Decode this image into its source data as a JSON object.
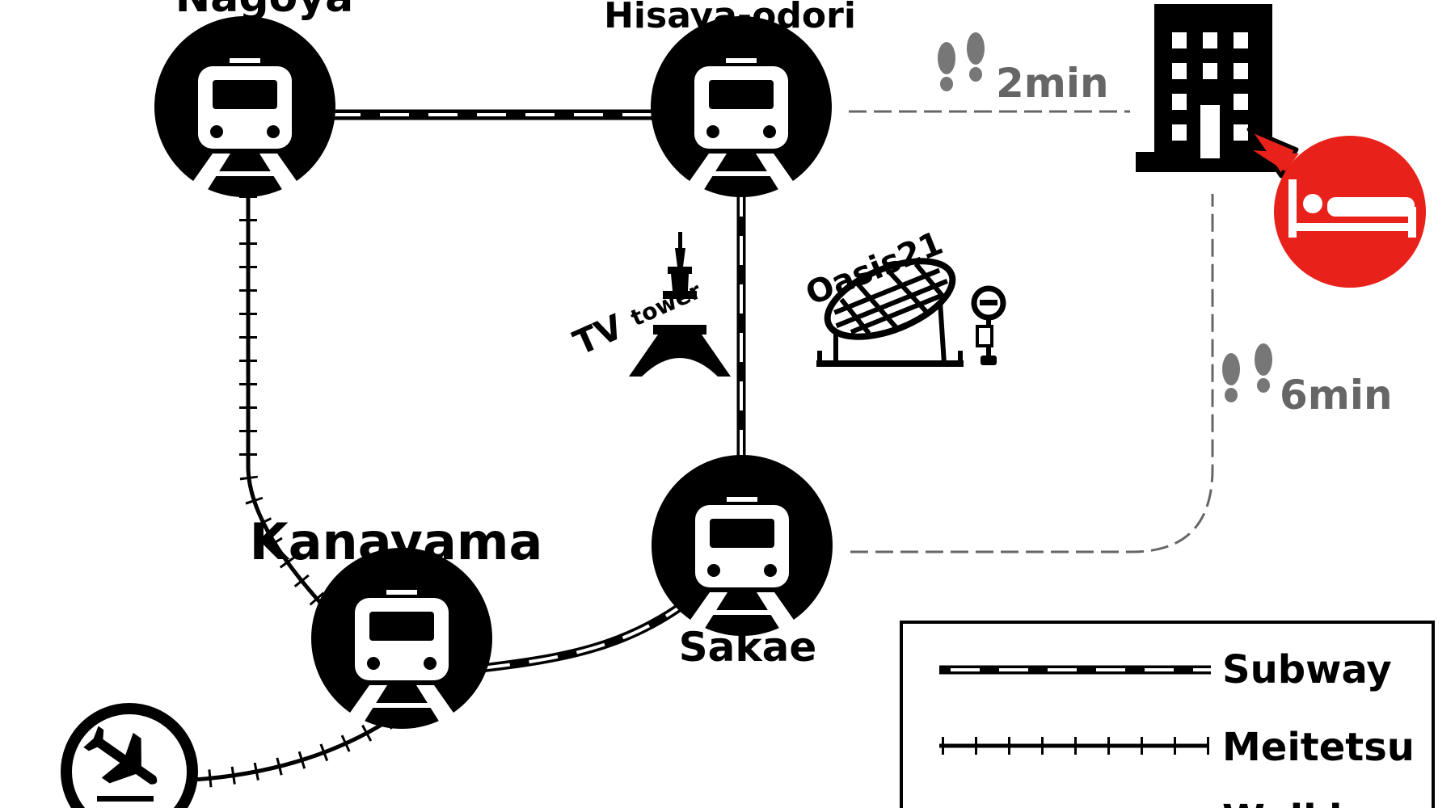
{
  "stations": {
    "nagoya": "Nagoya",
    "hisaya_odori": "Hisaya-odori",
    "kanayama": "Kanayama",
    "sakae": "Sakae"
  },
  "landmarks": {
    "tv_tower_a": "TV",
    "tv_tower_b": "tower",
    "oasis": "Oasis21"
  },
  "walking": {
    "from_hisaya": "2min",
    "from_sakae": "6min"
  },
  "legend": {
    "subway": "Subway",
    "meitetsu": "Meitetsu",
    "walking": "Walking"
  },
  "colors": {
    "hotel_marker": "#e8221b",
    "walk_text": "#666666"
  }
}
